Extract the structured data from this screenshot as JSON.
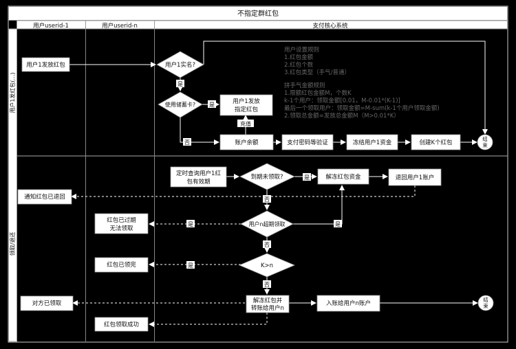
{
  "title": "不指定群红包",
  "columns": [
    "用户userid-1",
    "用户userid-n",
    "支付核心系统"
  ],
  "lanes": [
    "用户1发红包(…)",
    "领取/退还"
  ],
  "nodes": {
    "send": "用户1发放红包",
    "realname": "用户1实名?",
    "card": "使用储蓄卡?",
    "issue": [
      "用户1发放",
      "指定红包"
    ],
    "balance": "账户余额",
    "pwd": "支付密码等验证",
    "freeze": "冻结用户1资金",
    "create": "创建K个红包",
    "end1": [
      "结",
      "束"
    ],
    "query": [
      "定时查询用户1红",
      "包有效期"
    ],
    "expired_q": "到期未领取?",
    "unfreeze": "解冻红包资金",
    "refund": "退回用户1账户",
    "notify": "通知红包已退回",
    "over_q": "用户n超期领取",
    "expired_msg": [
      "红包已过期",
      "无法领取"
    ],
    "kn": "K>n",
    "done": "红包已领完",
    "transfer": [
      "解冻红包并",
      "转账给用户n"
    ],
    "credit": "入账给用户n账户",
    "end2": [
      "结",
      "束"
    ],
    "other": "对方已领取",
    "success": "红包领取成功"
  },
  "labels": {
    "yes": "是",
    "no": "否",
    "topup": "充值"
  },
  "notes": [
    "用户设置规则",
    "1.红包金额",
    "2.红包个数",
    "3.红包类型（手气/普通）",
    "",
    "拼手气金额规则",
    "1.限额红包金额M，个数K",
    "  k-1个用户：领取金额[0.01，M-0.01*(K-1)]",
    "  最后一个领取用户：领取金额=M-sum(k-1个用户领取金额)",
    "2.领取总金额=发放总金额M（M>0.01*K）"
  ]
}
